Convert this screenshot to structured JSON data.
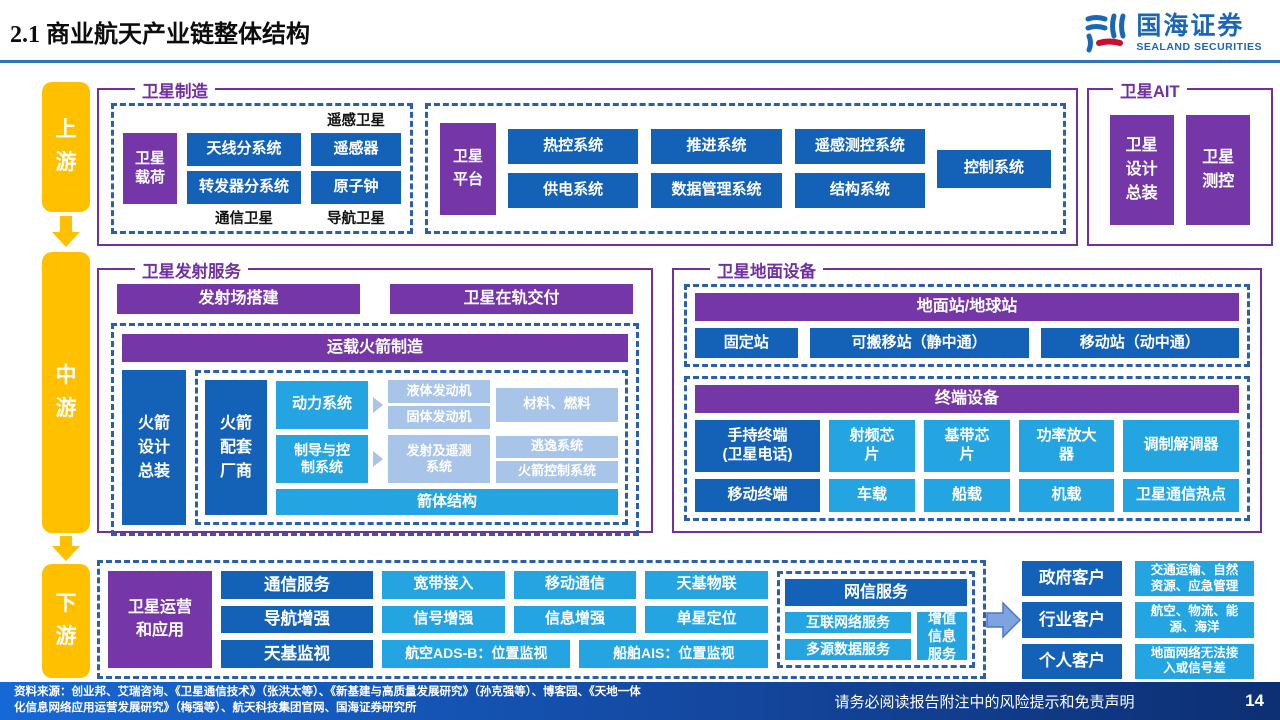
{
  "header": {
    "section_number": "2.1",
    "title": "商业航天产业链整体结构",
    "logo_cn": "国海证券",
    "logo_en": "SEALAND SECURITIES"
  },
  "stages": {
    "upstream": "上\n游",
    "midstream": "中\n游",
    "downstream": "下\n游"
  },
  "sat_mfg": {
    "label": "卫星制造",
    "payload_box": "卫星\n载荷",
    "remote_sensing_label": "遥感卫星",
    "comm_label": "通信卫星",
    "nav_label": "导航卫星",
    "antenna": "天线分系统",
    "transponder": "转发器分系统",
    "sensor": "遥感器",
    "atomic_clock": "原子钟",
    "platform_box": "卫星\n平台",
    "platform_items": [
      "热控系统",
      "推进系统",
      "遥感测控系统",
      "供电系统",
      "数据管理系统",
      "结构系统"
    ],
    "control": "控制系统"
  },
  "sat_ait": {
    "label": "卫星AIT",
    "design": "卫星\n设计\n总装",
    "ttc": "卫星\n测控"
  },
  "launch": {
    "label": "卫星发射服务",
    "site": "发射场搭建",
    "delivery": "卫星在轨交付",
    "rocket_header": "运载火箭制造",
    "design": "火箭\n设计\n总装",
    "supplier": "火箭\n配套\n厂商",
    "power": "动力系统",
    "liquid": "液体发动机",
    "solid": "固体发动机",
    "materials": "材料、燃料",
    "guidance": "制导与控\n制系统",
    "telemetry": "发射及遥测\n系统",
    "escape": "逃逸系统",
    "rocket_control": "火箭控制系统",
    "structure": "箭体结构"
  },
  "ground": {
    "label": "卫星地面设备",
    "station_header": "地面站/地球站",
    "stations": [
      "固定站",
      "可搬移站（静中通）",
      "移动站（动中通）"
    ],
    "terminal_header": "终端设备",
    "handheld": "手持终端\n(卫星电话)",
    "row1": [
      "射频芯\n片",
      "基带芯\n片",
      "功率放大\n器",
      "调制解调器"
    ],
    "mobile": "移动终端",
    "row2": [
      "车载",
      "船载",
      "机载",
      "卫星通信热点"
    ]
  },
  "operation": {
    "main": "卫星运营\n和应用",
    "leads": [
      "通信服务",
      "导航增强",
      "天基监视"
    ],
    "row1": [
      "宽带接入",
      "移动通信",
      "天基物联"
    ],
    "row2": [
      "信号增强",
      "信息增强",
      "单星定位"
    ],
    "row3": [
      "航空ADS-B：位置监视",
      "船舶AIS：位置监视"
    ],
    "network_header": "网信服务",
    "network_items": [
      "互联网络服务",
      "多源数据服务"
    ],
    "value_added": "增值\n信息\n服务",
    "customers": [
      {
        "type": "政府客户",
        "desc": "交通运输、自然\n资源、应急管理"
      },
      {
        "type": "行业客户",
        "desc": "航空、物流、能\n源、海洋"
      },
      {
        "type": "个人客户",
        "desc": "地面网络无法接\n入或信号差"
      }
    ]
  },
  "footer": {
    "source": "资料来源：创业邦、艾瑞咨询、《卫星通信技术》（张洪太等）、《新基建与高质量发展研究》（孙克强等）、博客园、《天地一体\n化信息网络应用运营发展研究》（梅强等）、航天科技集团官网、国海证券研究所",
    "disclaimer": "请务必阅读报告附注中的风险提示和免责声明",
    "page": "14"
  },
  "colors": {
    "purple": "#7537A8",
    "purple_border": "#7030A0",
    "dark_blue": "#1362B8",
    "cyan": "#25A4E2",
    "pale_blue": "#A8C4E8",
    "yellow": "#FFC000",
    "dashed_border": "#2B5EAC",
    "header_rule": "#2E74B5",
    "footer_gradient_start": "#1668D6",
    "footer_gradient_end": "#0D2F73",
    "flow_arrow_fill": "#7FA3E0",
    "flow_arrow_stroke": "#4876C8"
  }
}
